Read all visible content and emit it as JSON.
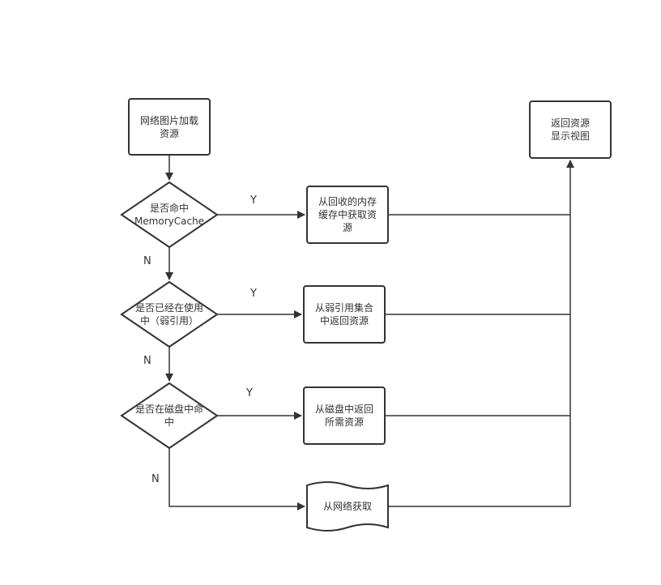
{
  "colors": {
    "stroke": "#333333",
    "fill": "#ffffff",
    "text": "#333333"
  },
  "nodes": {
    "start": {
      "lines": [
        "网络图片加载",
        "资源"
      ]
    },
    "decision_memory": {
      "lines": [
        "是否命中",
        "MemoryCache"
      ]
    },
    "fetch_lru": {
      "lines": [
        "从回收的内存",
        "缓存中获取资",
        "源"
      ]
    },
    "decision_weak": {
      "lines": [
        "是否已经在使用",
        "中（弱引用）"
      ]
    },
    "fetch_weak": {
      "lines": [
        "从弱引用集合",
        "中返回资源"
      ]
    },
    "decision_disk": {
      "lines": [
        "是否在磁盘中命",
        "中"
      ]
    },
    "fetch_disk": {
      "lines": [
        "从磁盘中返回",
        "所需资源"
      ]
    },
    "fetch_network": {
      "lines": [
        "从网络获取"
      ]
    },
    "end": {
      "lines": [
        "返回资源",
        "显示视图"
      ]
    }
  },
  "edge_labels": {
    "yes": "Y",
    "no": "N"
  }
}
